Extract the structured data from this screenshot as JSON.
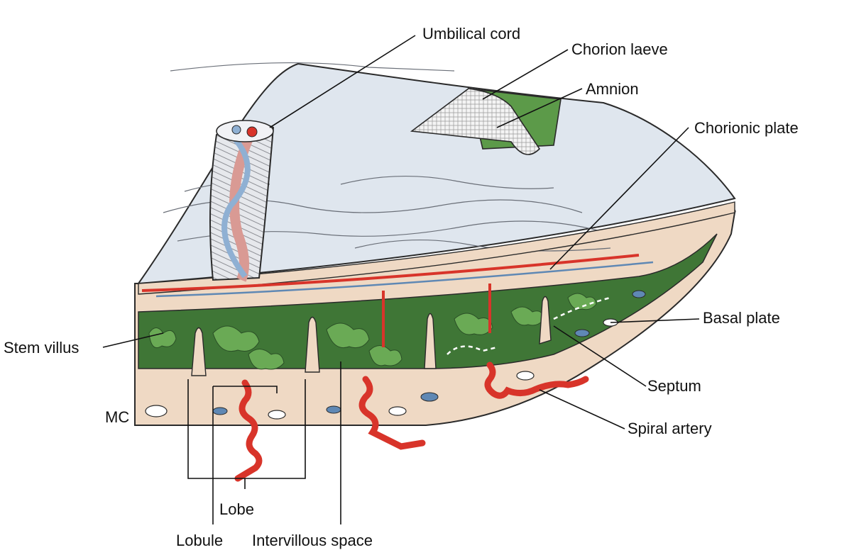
{
  "labels": {
    "umbilical_cord": "Umbilical cord",
    "chorion_laeve": "Chorion laeve",
    "amnion": "Amnion",
    "chorionic_plate": "Chorionic plate",
    "basal_plate": "Basal plate",
    "stem_villus": "Stem villus",
    "septum": "Septum",
    "mc": "MC",
    "spiral_artery": "Spiral artery",
    "lobe": "Lobe",
    "lobule": "Lobule",
    "intervillous_space": "Intervillous space"
  },
  "colors": {
    "membrane": "#dfe6ee",
    "chorion_green": "#5c9a49",
    "villus_green": "#4f8a3e",
    "space_green": "#2f5f2b",
    "decidua": "#efd9c4",
    "artery_red": "#d8342a",
    "vein_blue": "#5f88b4",
    "cord_pink": "#d99a94"
  }
}
